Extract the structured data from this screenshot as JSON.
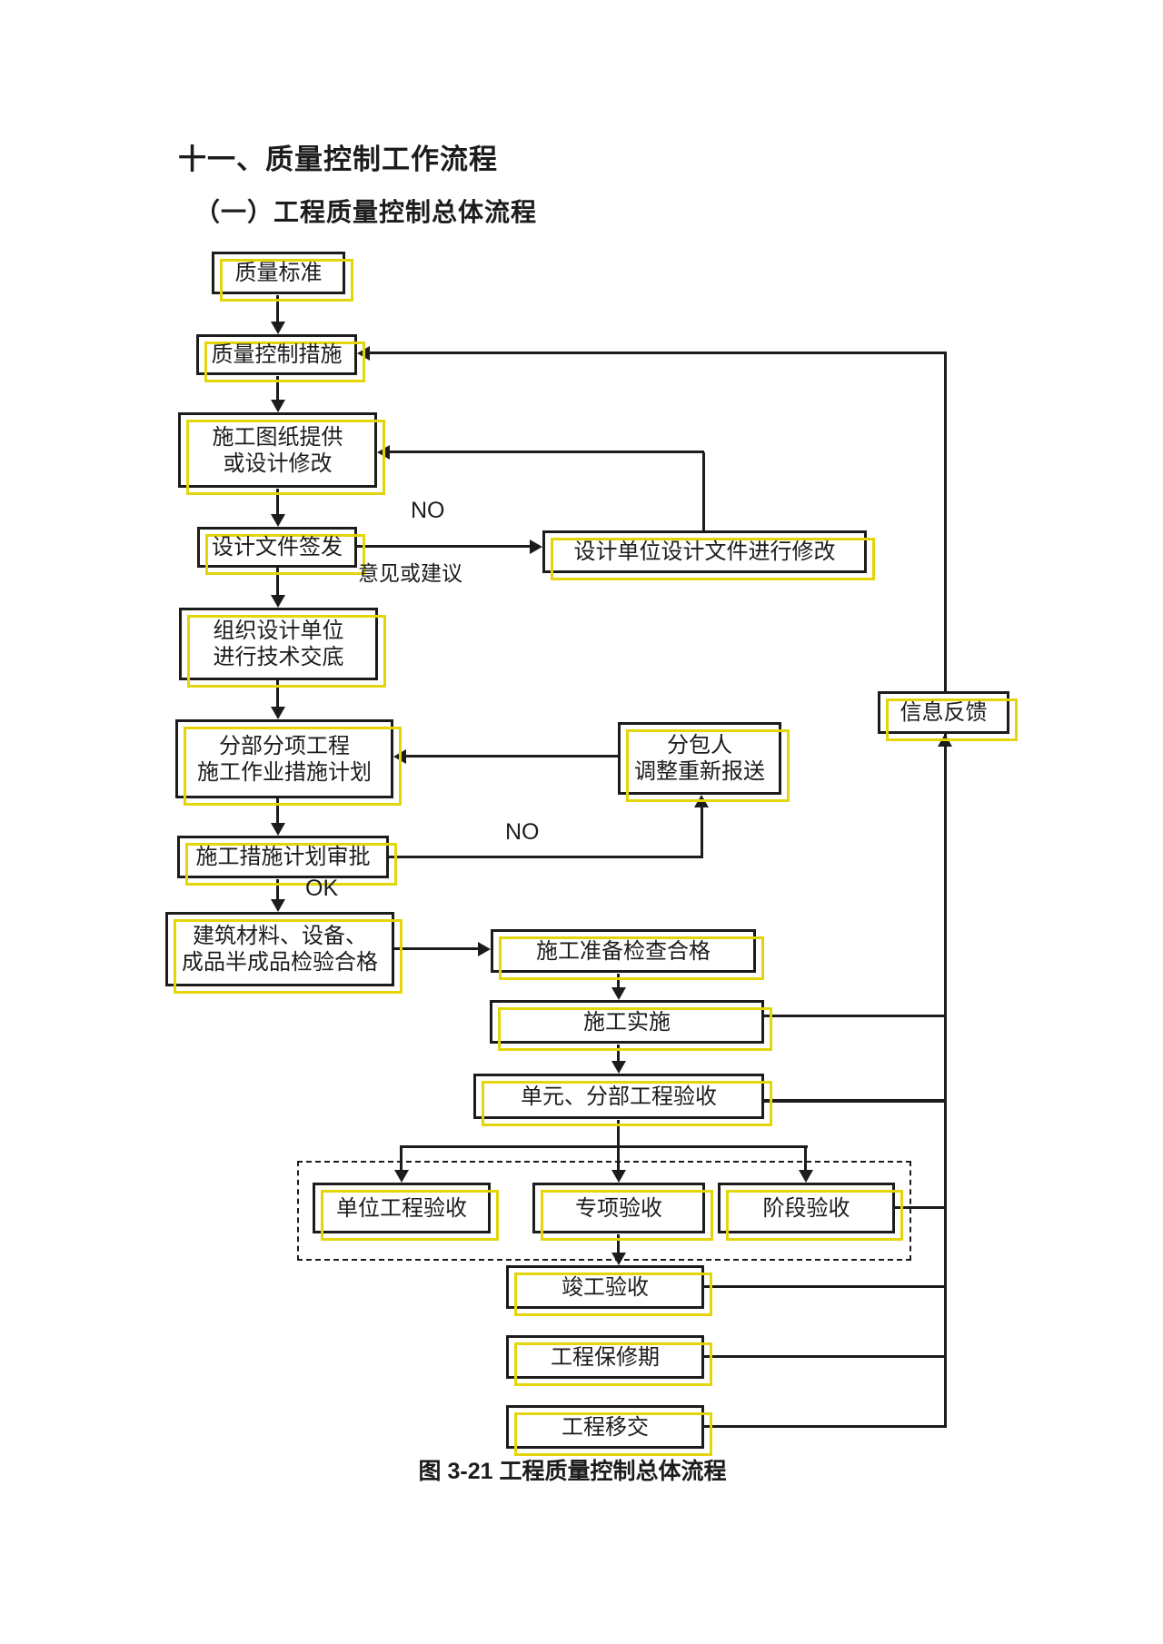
{
  "page": {
    "title": "十一、质量控制工作流程",
    "subtitle": "（一）工程质量控制总体流程",
    "caption": "图 3-21 工程质量控制总体流程"
  },
  "flowchart": {
    "colors": {
      "line_black": "#1c1c1c",
      "highlight_yellow": "#e4d50a",
      "background": "#ffffff"
    },
    "nodes": {
      "quality_standard": {
        "label": "质量标准"
      },
      "quality_control_measures": {
        "label": "质量控制措施"
      },
      "drawings_provision": {
        "label": "施工图纸提供\n或设计修改"
      },
      "design_doc_issue": {
        "label": "设计文件签发"
      },
      "design_unit_modify": {
        "label": "设计单位设计文件进行修改"
      },
      "org_tech_disclosure": {
        "label": "组织设计单位\n进行技术交底"
      },
      "subitem_plan": {
        "label": "分部分项工程\n施工作业措施计划"
      },
      "plan_approval": {
        "label": "施工措施计划审批"
      },
      "subcontractor_resubmit": {
        "label": "分包人\n调整重新报送"
      },
      "materials_inspection": {
        "label": "建筑材料、设备、\n成品半成品检验合格"
      },
      "info_feedback": {
        "label": "信息反馈"
      },
      "prep_check": {
        "label": "施工准备检查合格"
      },
      "construction_impl": {
        "label": "施工实施"
      },
      "unit_division_acceptance": {
        "label": "单元、分部工程验收"
      },
      "unit_project_acceptance": {
        "label": "单位工程验收"
      },
      "special_acceptance": {
        "label": "专项验收"
      },
      "stage_acceptance": {
        "label": "阶段验收"
      },
      "completion_acceptance": {
        "label": "竣工验收"
      },
      "warranty_period": {
        "label": "工程保修期"
      },
      "project_handover": {
        "label": "工程移交"
      }
    },
    "edge_labels": {
      "no_design": "NO",
      "opinion_suggestion": "意见或建议",
      "ok": "OK",
      "no_plan": "NO"
    }
  }
}
